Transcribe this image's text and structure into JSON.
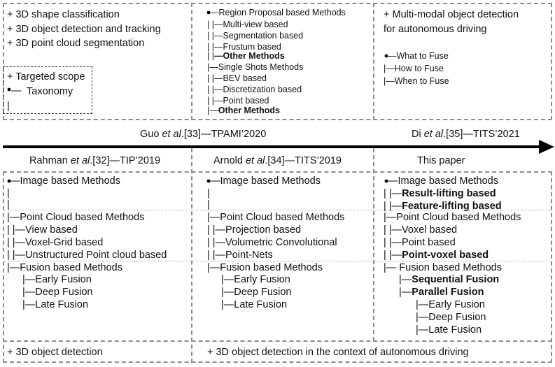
{
  "top_left": {
    "lines": [
      "+ 3D shape classification",
      "+ 3D object detection and tracking",
      "+ 3D point cloud segmentation"
    ],
    "legend": {
      "scope": "+ Targeted scope",
      "taxonomy": "Taxonomy",
      "bar": "|"
    }
  },
  "top_middle": {
    "l0": "Region Proposal based Methods",
    "l1": "|    |—Multi-view based",
    "l2": "|    |—Segmentation based",
    "l3": "|    |—Frustum based",
    "l4": "—Other Methods",
    "l4_prefix": "|    |",
    "l5": "|—Single Shots Methods",
    "l6": "|    |—BEV based",
    "l7": "|    |—Discretization based",
    "l8": "|    |—Point based",
    "l9": "Other Methods",
    "l9_prefix": "|—"
  },
  "top_right": {
    "title1": "+ Multi-modal object detection",
    "title2": "for autonomous driving",
    "w1": "—What to Fuse",
    "w2": "|—How to Fuse",
    "w3": "|—When to Fuse"
  },
  "timeline": {
    "guo_a": "Guo ",
    "guo_et": "et al",
    "guo_b": ".[33]—TPAMI’2020",
    "di_a": "Di ",
    "di_et": "et al",
    "di_b": ".[35]—TITS’2021",
    "rahman_a": "Rahman ",
    "rahman_et": "et al",
    "rahman_b": ".[32]—TIP’2019",
    "arnold_a": "Arnold ",
    "arnold_et": "et al",
    "arnold_b": ".[34]—TITS’2019",
    "this": "This paper"
  },
  "col1": {
    "img": "—Image based Methods",
    "bar1": "|",
    "bar2": "|",
    "pc": "|—Point Cloud based Methods",
    "pc1": "|    |—View based",
    "pc2": "|    |—Voxel-Grid based",
    "pc3": "|    |—Unstructured Point cloud based",
    "fu": "|—Fusion based Methods",
    "fu1": "|—Early Fusion",
    "fu2": "|—Deep Fusion",
    "fu3": "|—Late Fusion"
  },
  "col2": {
    "img": "—Image based Methods",
    "bar1": "|",
    "bar2": "|",
    "pc": "|—Point Cloud based Methods",
    "pc1": "|    |—Projection based",
    "pc2": "|    |—Volumetric Convolutional",
    "pc3": "|    |—Point-Nets",
    "fu": "|—Fusion based Methods",
    "fu1": "|—Early Fusion",
    "fu2": "|—Deep Fusion",
    "fu3": "|—Late Fusion"
  },
  "col3": {
    "img": "—Image based Methods",
    "i1_prefix": "|    |—",
    "i1": "Result-lifting based",
    "i2_prefix": "|    |—",
    "i2": "Feature-lifting based",
    "pc": "|—Point Cloud based Methods",
    "pc1": "|    |—Voxel based",
    "pc2": "|    |—Point based",
    "pc3_prefix": "|    |—",
    "pc3": "Point-voxel based",
    "fu": "|— Fusion based Methods",
    "fu1_prefix": "|—",
    "fu1": "Sequential Fusion",
    "fu2_prefix": "|—",
    "fu2": "Parallel Fusion",
    "fu3": "|—Early Fusion",
    "fu4": "|—Deep Fusion",
    "fu5": "|—Late Fusion"
  },
  "bottom": {
    "left": "+ 3D object detection",
    "right": "+ 3D object detection in the context of autonomous driving"
  }
}
